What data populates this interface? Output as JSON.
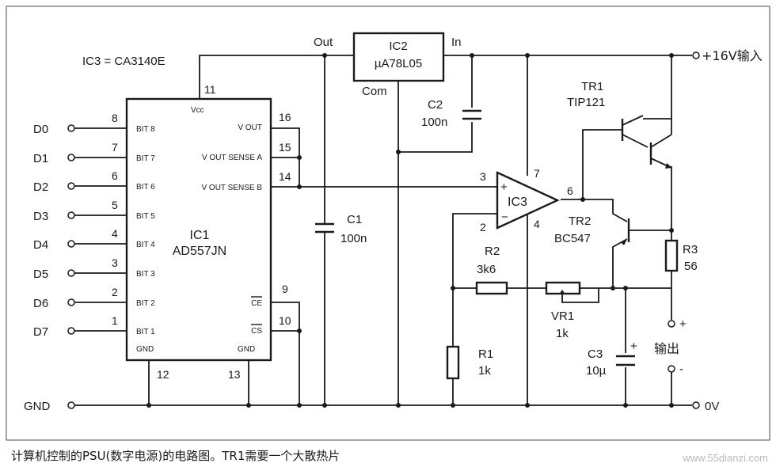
{
  "labels": {
    "ic3_eq": "IC3 = CA3140E",
    "ic1_name": "IC1",
    "ic1_part": "AD557JN",
    "ic2_name": "IC2",
    "ic2_part": "µA78L05",
    "ic2_out": "Out",
    "ic2_in": "In",
    "ic2_com": "Com",
    "ic3_name": "IC3",
    "c1_name": "C1",
    "c1_val": "100n",
    "c2_name": "C2",
    "c2_val": "100n",
    "c3_name": "C3",
    "c3_val": "10µ",
    "r1_name": "R1",
    "r1_val": "1k",
    "r2_name": "R2",
    "r2_val": "3k6",
    "r3_name": "R3",
    "r3_val": "56",
    "vr1_name": "VR1",
    "vr1_val": "1k",
    "tr1_name": "TR1",
    "tr1_part": "TIP121",
    "tr2_name": "TR2",
    "tr2_part": "BC547",
    "vin": "+16V输入",
    "vout": "输出",
    "plus": "+",
    "minus": "-",
    "zero_v": "0V",
    "gnd": "GND",
    "vcc": "Vcc"
  },
  "inputs": [
    "D0",
    "D1",
    "D2",
    "D3",
    "D4",
    "D5",
    "D6",
    "D7"
  ],
  "ic1_left_pins": [
    {
      "num": "8",
      "name": "BIT 8"
    },
    {
      "num": "7",
      "name": "BIT 7"
    },
    {
      "num": "6",
      "name": "BIT 6"
    },
    {
      "num": "5",
      "name": "BIT 5"
    },
    {
      "num": "4",
      "name": "BIT 4"
    },
    {
      "num": "3",
      "name": "BIT 3"
    },
    {
      "num": "2",
      "name": "BIT 2"
    },
    {
      "num": "1",
      "name": "BIT 1"
    }
  ],
  "ic1_right_pins": [
    {
      "num": "16",
      "name": "V OUT"
    },
    {
      "num": "15",
      "name": "V OUT SENSE A"
    },
    {
      "num": "14",
      "name": "V OUT SENSE B"
    },
    {
      "num": "9",
      "name": "CE"
    },
    {
      "num": "10",
      "name": "CS"
    }
  ],
  "ic1_other_pins": {
    "vcc": "11",
    "gnd_a": "12",
    "gnd_b": "13",
    "gnd_label": "GND"
  },
  "ic3_pins": {
    "plus_in": "3",
    "minus_in": "2",
    "vplus": "7",
    "vminus": "4",
    "out": "6",
    "plus_sign": "+",
    "minus_sign": "−"
  },
  "caption": "计算机控制的PSU(数字电源)的电路图。TR1需要一个大散热片",
  "watermark": "www.55dianzi.com"
}
